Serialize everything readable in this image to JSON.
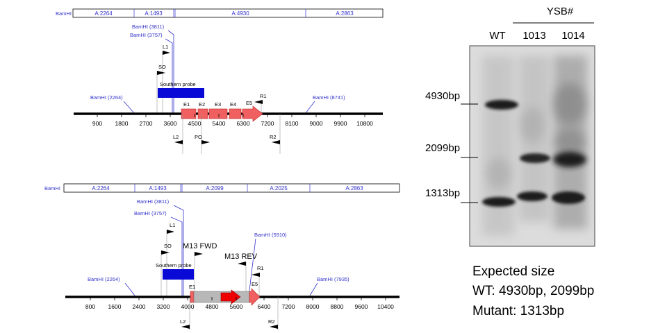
{
  "top_map": {
    "header_label": "BamHI",
    "fragments": [
      "A:2264",
      "A:1493",
      "A:4930",
      "A:2863"
    ],
    "sites": [
      "BamHI (3811)",
      "BamHI (3757)",
      "BamHI (2264)",
      "BamHI (8741)"
    ],
    "primers": [
      "L1",
      "SO",
      "R1",
      "L2",
      "PO",
      "R2"
    ],
    "probe_label": "Southern probe",
    "exons": [
      "E1",
      "E2",
      "E3",
      "E4",
      "E5"
    ],
    "ticks": [
      "900",
      "1800",
      "2700",
      "3600",
      "4500",
      "5400",
      "6300",
      "7200",
      "8100",
      "9000",
      "9900",
      "10800"
    ]
  },
  "bottom_map": {
    "header_label": "BamHI",
    "fragments": [
      "A:2264",
      "A:1493",
      "A:2099",
      "A:2025",
      "A:2863"
    ],
    "sites": [
      "BamHI (3811)",
      "BamHI (3757)",
      "BamHI (5910)",
      "BamHI (2264)",
      "BamHI (7935)"
    ],
    "primers": [
      "L1",
      "SO",
      "M13 FWD",
      "M13 REV",
      "R1",
      "L2",
      "R2"
    ],
    "probe_label": "Southern probe",
    "exons": [
      "E1",
      "E5"
    ],
    "ticks": [
      "800",
      "1600",
      "2400",
      "3200",
      "4000",
      "4800",
      "5600",
      "6400",
      "7200",
      "8000",
      "8800",
      "9600",
      "10400"
    ]
  },
  "gel": {
    "group_label": "YSB#",
    "lanes": [
      "WT",
      "1013",
      "1014"
    ],
    "markers": [
      "4930bp",
      "2099bp",
      "1313bp"
    ]
  },
  "expected": {
    "line1": "Expected size",
    "line2": "WT: 4930bp, 2099bp",
    "line3": "Mutant: 1313bp"
  },
  "colors": {
    "site_blue": "#3333cc",
    "exon_red": "#f06060",
    "probe_blue": "#0a0ad6",
    "insert_grey": "#b8b8b8",
    "marker_red": "#ee0000"
  }
}
